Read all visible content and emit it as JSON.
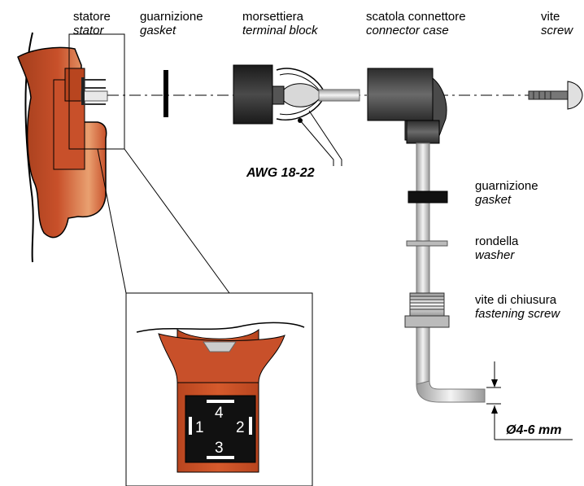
{
  "labels": {
    "stator": {
      "it": "statore",
      "en": "stator"
    },
    "gasket_top": {
      "it": "guarnizione",
      "en": "gasket"
    },
    "terminal_block": {
      "it": "morsettiera",
      "en": "terminal block"
    },
    "connector_case": {
      "it": "scatola connettore",
      "en": "connector case"
    },
    "screw": {
      "it": "vite",
      "en": "screw"
    },
    "gasket_side": {
      "it": "guarnizione",
      "en": "gasket"
    },
    "washer": {
      "it": "rondella",
      "en": "washer"
    },
    "fastening_screw": {
      "it": "vite di chiusura",
      "en": "fastening screw"
    }
  },
  "callouts": {
    "wire_gauge": "AWG 18-22",
    "cable_diameter": "Ø4-6 mm"
  },
  "pins": [
    "1",
    "2",
    "3",
    "4"
  ],
  "colors": {
    "stator": "#c8502a",
    "stator_dark": "#a33e1c",
    "stator_light": "#e9a070",
    "terminal_block": "#2a2a2a",
    "connector_case": "#4a4a4a",
    "cable": "#e0e0e0",
    "pin_plate": "#111111"
  }
}
